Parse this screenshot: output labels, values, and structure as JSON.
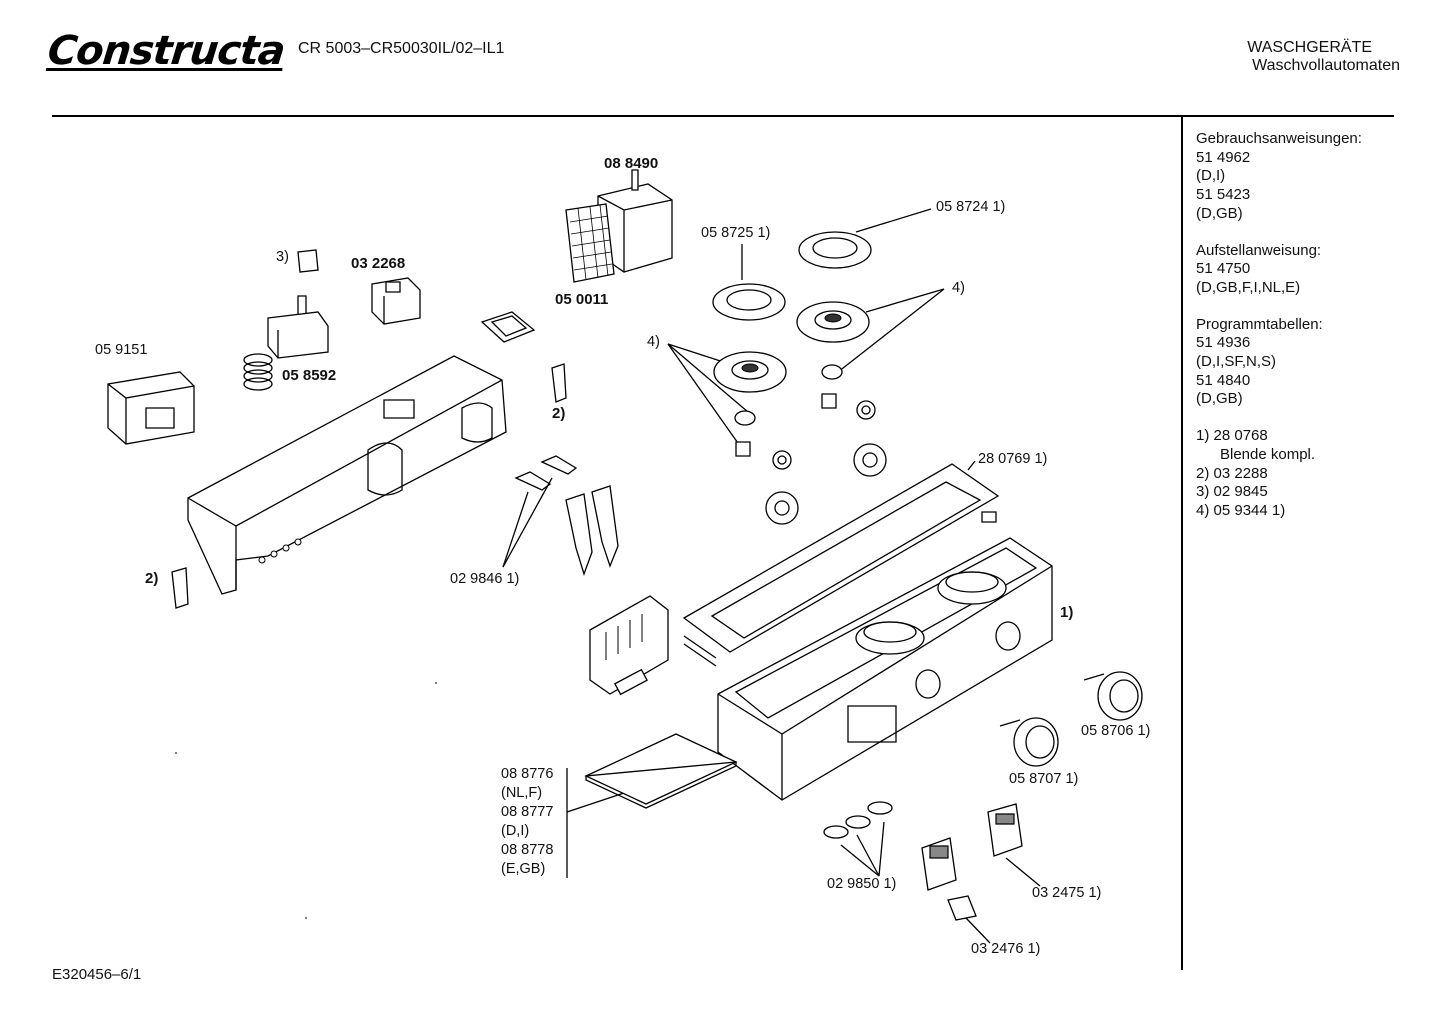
{
  "header": {
    "brand": "Constructa",
    "model": "CR 5003–CR50030IL/02–IL1",
    "category_line1": "WASCHGERÄTE",
    "category_line2": "Waschvollautomaten"
  },
  "sidebar": {
    "lines": [
      "Gebrauchsanweisungen:",
      "51 4962",
      "(D,I)",
      "51 5423",
      "(D,GB)",
      "",
      "Aufstellanweisung:",
      "51 4750",
      "(D,GB,F,I,NL,E)",
      "",
      "Programmtabellen:",
      "51 4936",
      "(D,I,SF,N,S)",
      "51 4840",
      "(D,GB)",
      "",
      "1)  28 0768",
      "Blende kompl.",
      "2)  03 2288",
      "3)  02 9845",
      "4)  05 9344 1)"
    ]
  },
  "labels": {
    "p088490": "08 8490",
    "p050011": "05 0011",
    "p058724": "05 8724 1)",
    "p058725": "05 8725 1)",
    "ref4_right": "4)",
    "ref4_left": "4)",
    "ref3": "3)",
    "p032268": "03 2268",
    "p058592": "05 8592",
    "p059151": "05 9151",
    "ref2_right": "2)",
    "ref2_left": "2)",
    "p029846": "02 9846 1)",
    "p280769": "28 0769 1)",
    "ref1": "1)",
    "p058706": "05 8706 1)",
    "p058707": "05 8707 1)",
    "manual_lines": [
      "08 8776",
      "(NL,F)",
      "08 8777",
      "(D,I)",
      "08 8778",
      "(E,GB)"
    ],
    "p029850": "02 9850 1)",
    "p032475": "03 2475 1)",
    "p032476": "03 2476 1)"
  },
  "footer": {
    "code": "E320456–6/1"
  }
}
